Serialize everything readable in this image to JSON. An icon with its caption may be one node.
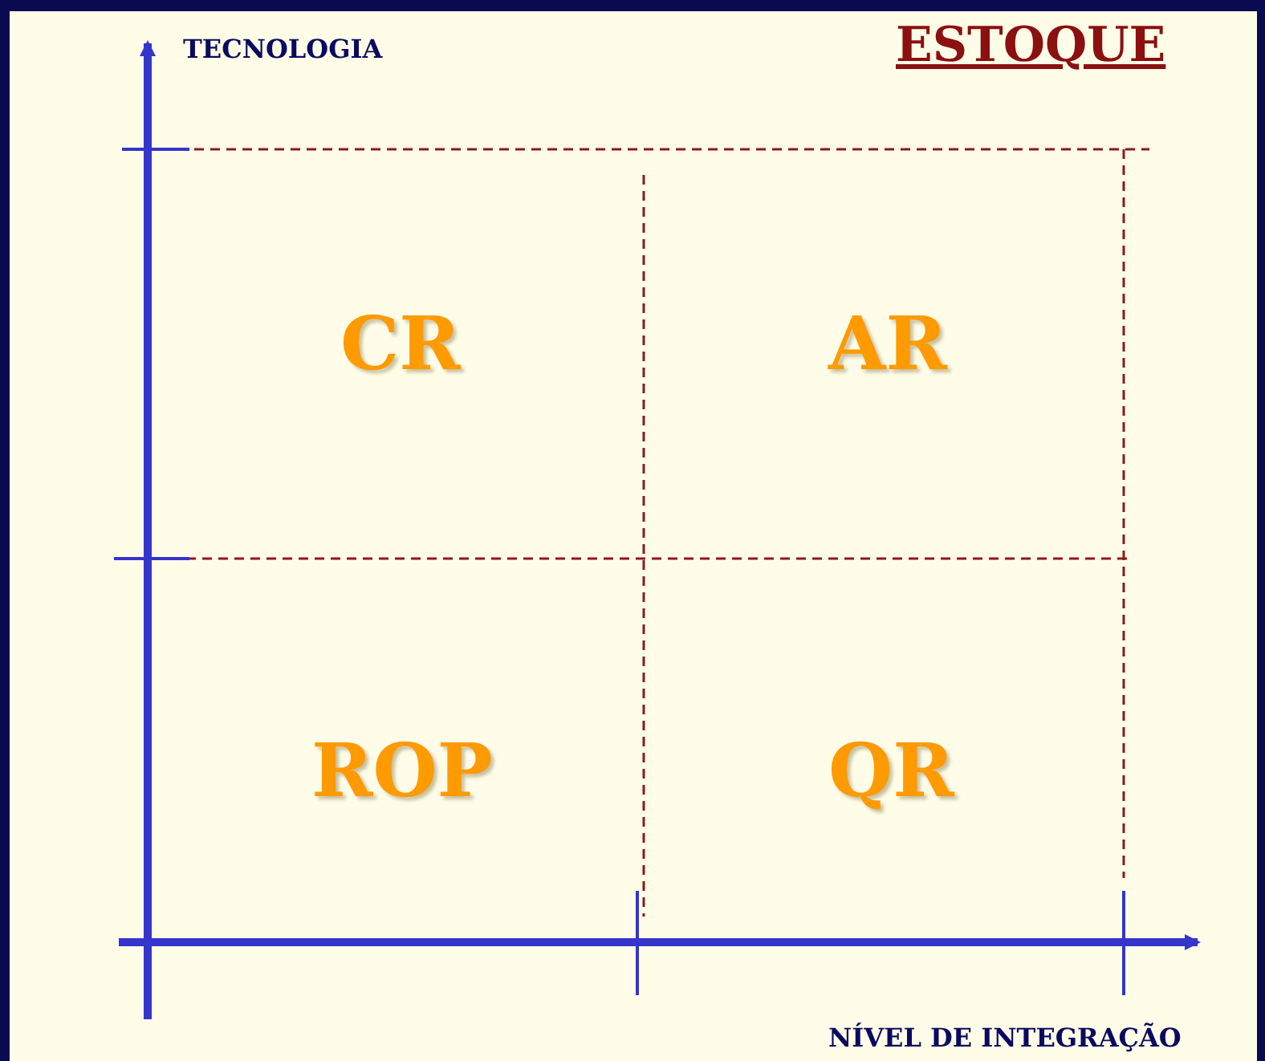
{
  "diagram": {
    "title": "ESTOQUE",
    "labels": [
      "TECNOLOGIA",
      "CR",
      "AR",
      "ROP",
      "QR",
      "NÍVEL DE INTEGRAÇÃO"
    ]
  }
}
